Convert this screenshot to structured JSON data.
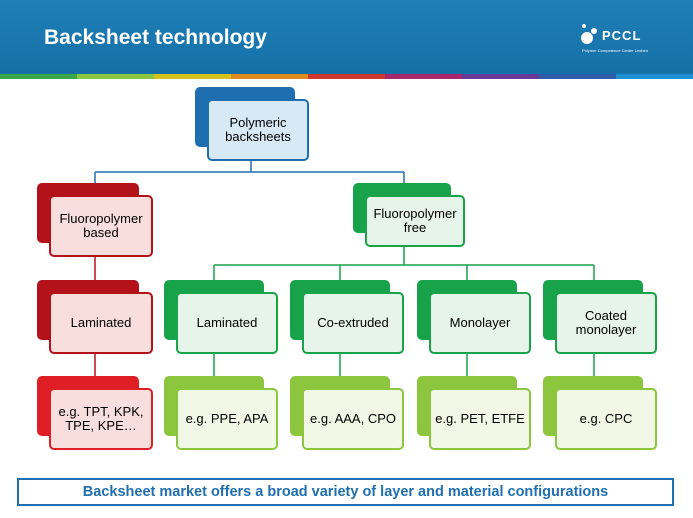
{
  "header": {
    "title": "Backsheet technology",
    "logo_text": "PCCL",
    "logo_subtext": "Polymer Competence Center Leoben",
    "stripe_colors": [
      "#3aa64a",
      "#8cc63e",
      "#d6c21c",
      "#e08a1e",
      "#d0372e",
      "#a8276a",
      "#6a3a96",
      "#2f5ca8",
      "#1f8fd0"
    ]
  },
  "diagram": {
    "root": "Polymeric backsheets",
    "fluoropolymer_based": "Fluoropolymer based",
    "fluoropolymer_free": "Fluoropolymer free",
    "based_type": "Laminated",
    "based_example": "e.g. TPT, KPK, TPE, KPE…",
    "free_types": [
      "Laminated",
      "Co-extruded",
      "Monolayer",
      "Coated monolayer"
    ],
    "free_examples": [
      "e.g. PPE, APA",
      "e.g. AAA, CPO",
      "e.g. PET, ETFE",
      "e.g. CPC"
    ]
  },
  "footer": {
    "text": "Backsheet market offers a broad variety of layer and material configurations"
  },
  "colors": {
    "blue": "#1f6fb0",
    "blue_light": "#d8e9f6",
    "red_dark": "#b4121b",
    "red_mid": "#e01e26",
    "red_light": "#f9dede",
    "green_dark": "#18a24a",
    "green_light": "#e6f4e9",
    "lime": "#8cc63e",
    "lime_light": "#f1f8e6"
  }
}
